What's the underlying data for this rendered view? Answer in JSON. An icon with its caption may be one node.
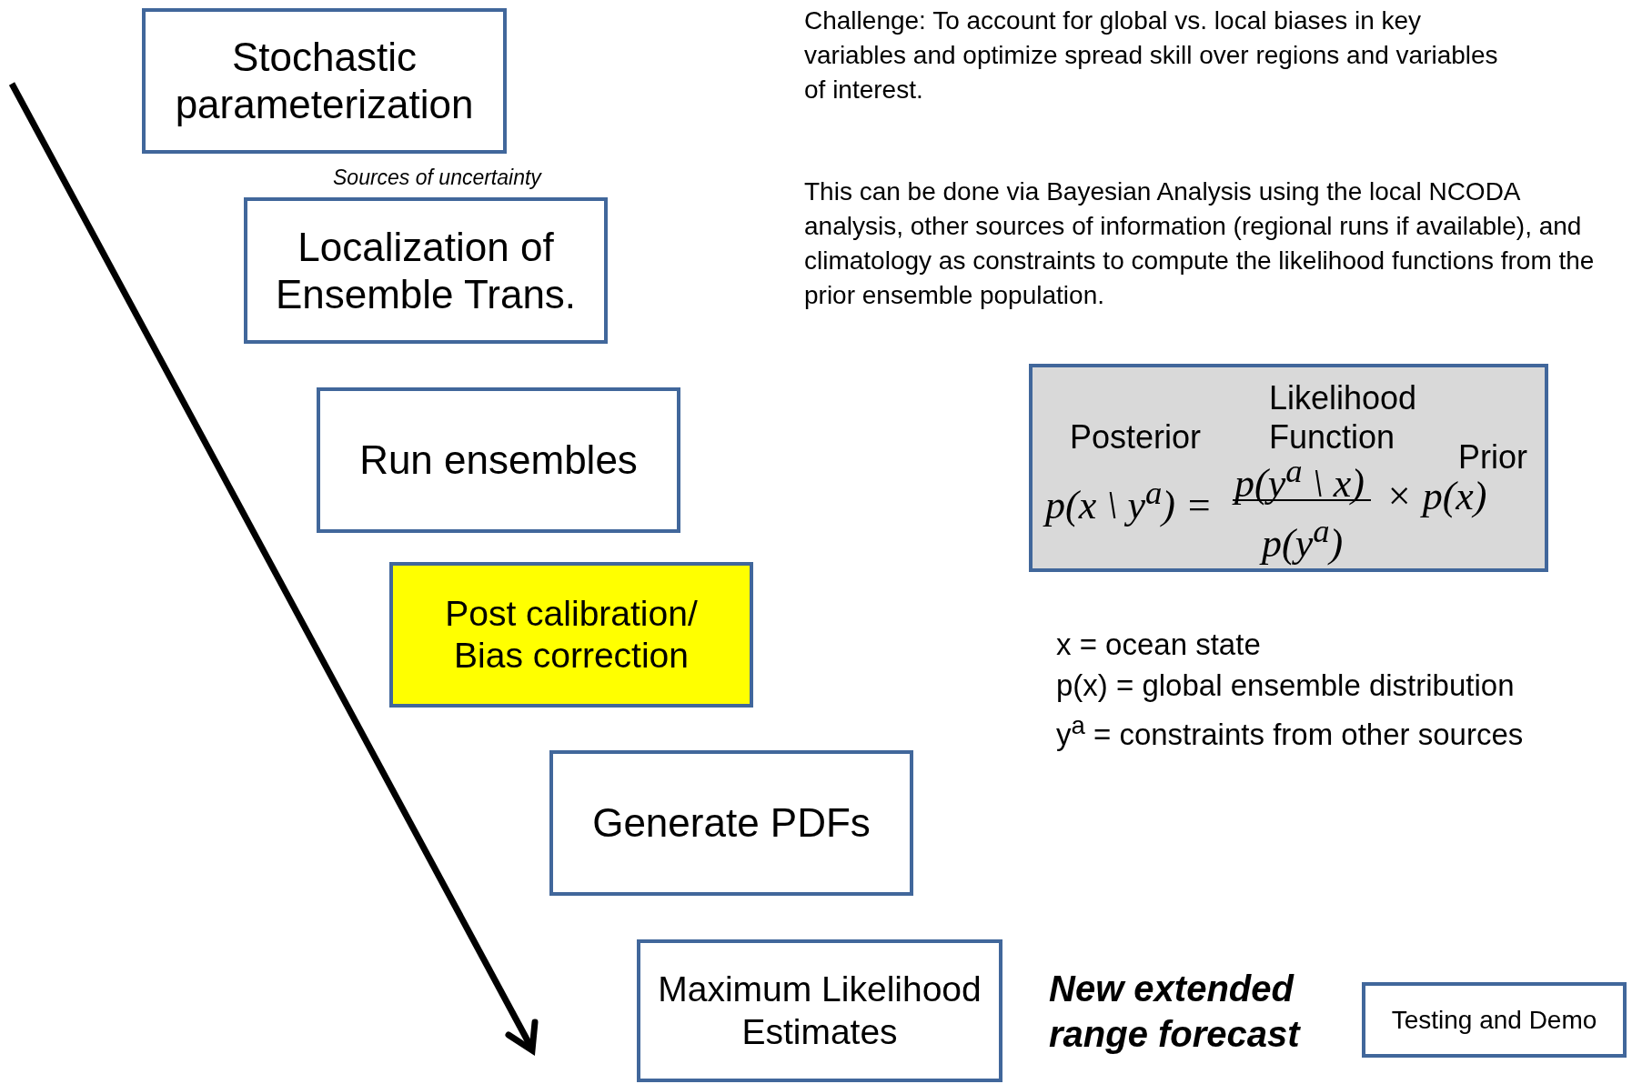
{
  "diagram": {
    "nodes": [
      {
        "text": [
          "Stochastic parameterization"
        ]
      },
      {
        "text": [
          "Localization of Ensemble Trans."
        ]
      },
      {
        "text": [
          "Run ensembles"
        ]
      },
      {
        "text": [
          "Post calibration/ Bias correction"
        ]
      },
      {
        "text": [
          "Generate PDFs"
        ]
      },
      {
        "text": [
          "Maximum Likelihood Estimates"
        ]
      },
      {
        "text": [
          "Testing and Demo"
        ]
      },
      {
        "text": [
          "Likelihood Function",
          "Posterior",
          "Prior",
          "p(x \\ y$^{a}$) =",
          "p(y$^{a}$ \\ x)",
          "p(y$^{a}$)",
          "× p(x)"
        ]
      }
    ],
    "labels": [
      "Challenge: To account for global vs. local biases in key variables and optimize spread skill over regions and variables of interest.",
      "Sources of uncertainty",
      "This can be done via Bayesian Analysis using the local NCODA analysis, other sources of information (regional runs if available), and climatology as constraints to compute the likelihood functions from the prior ensemble population.",
      "x = ocean state",
      "p(x) = global ensemble distribution",
      "y$^{a}$ = constraints from other sources",
      "New extended range forecast"
    ]
  }
}
